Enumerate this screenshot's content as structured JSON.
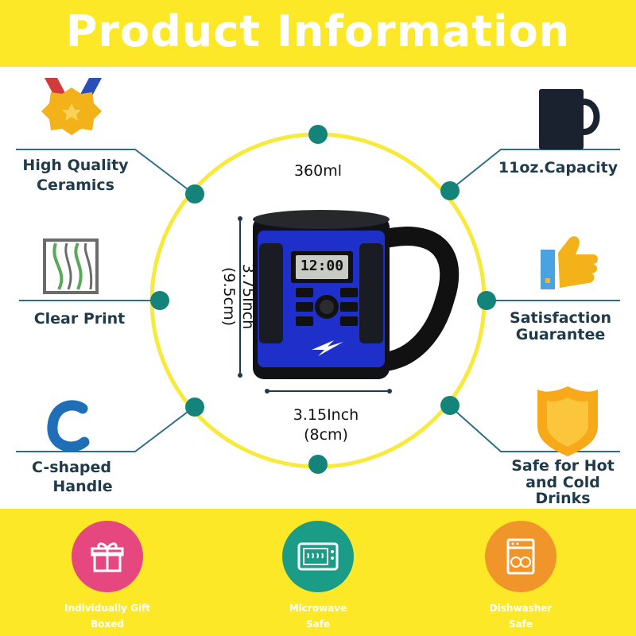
{
  "header": {
    "title": "Product Information"
  },
  "features_left": [
    {
      "label_line1": "High Quality",
      "label_line2": "Ceramics",
      "icon": "medal-icon"
    },
    {
      "label_line1": "Clear Print",
      "label_line2": "",
      "icon": "wood-grain-icon"
    },
    {
      "label_line1": "C-shaped",
      "label_line2": "Handle",
      "icon": "letter-c-icon"
    }
  ],
  "features_right": [
    {
      "label_line1": "11oz.Capacity",
      "label_line2": "",
      "icon": "mug-icon"
    },
    {
      "label_line1": "Satisfaction",
      "label_line2": "Guarantee",
      "icon": "thumbs-up-icon"
    },
    {
      "label_line1": "Safe for Hot",
      "label_line2": "and Cold",
      "label_line3": "Drinks",
      "icon": "shield-icon"
    }
  ],
  "dimensions": {
    "capacity": "360ml",
    "height_line1": "3.75Inch",
    "height_line2": "(9.5cm)",
    "width_line1": "3.15Inch",
    "width_line2": "(8cm)"
  },
  "mug_display": {
    "time": "12:00"
  },
  "badges": [
    {
      "line1": "Individually Gift",
      "line2": "Boxed",
      "icon": "gift-box-icon",
      "color": "#e6477f"
    },
    {
      "line1": "Microwave",
      "line2": "Safe",
      "icon": "microwave-icon",
      "color": "#1a9c87"
    },
    {
      "line1": "Dishwasher",
      "line2": "Safe",
      "icon": "dishwasher-icon",
      "color": "#f0952a"
    }
  ],
  "colors": {
    "banner": "#fde828",
    "ring": "#f7ea3b",
    "dot": "#14847a",
    "connector": "#2f6e86",
    "mug_blue": "#1f2fc9"
  }
}
